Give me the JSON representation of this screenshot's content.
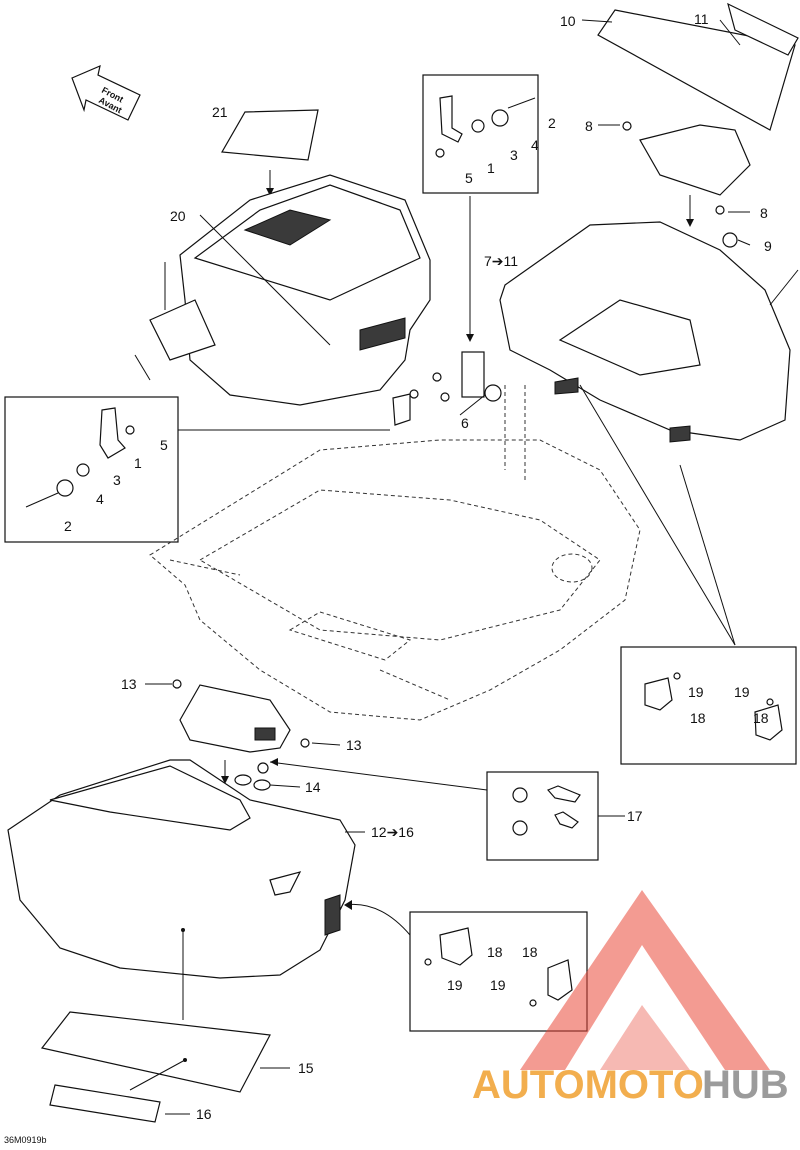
{
  "front_arrow": {
    "line1": "Front",
    "line2": "Avant"
  },
  "callouts": {
    "c1a": "1",
    "c2a": "2",
    "c3a": "3",
    "c4a": "4",
    "c5a": "5",
    "c1b": "1",
    "c2b": "2",
    "c3b": "3",
    "c4b": "4",
    "c5b": "5",
    "c6": "6",
    "c7": "7➔11",
    "c8a": "8",
    "c8b": "8",
    "c9": "9",
    "c10": "10",
    "c11": "11",
    "c12": "12➔16",
    "c13a": "13",
    "c13b": "13",
    "c14": "14",
    "c15": "15",
    "c16": "16",
    "c17": "17",
    "c18a": "18",
    "c18b": "18",
    "c18c": "18",
    "c18d": "18",
    "c19a": "19",
    "c19b": "19",
    "c19c": "19",
    "c19d": "19",
    "c20": "20",
    "c21": "21"
  },
  "reference_code": "36M0919b",
  "watermark": {
    "part1": "AUTOMOTO",
    "part2": "HUB",
    "color1": "#f0a030",
    "color2": "#8a8a8a",
    "triangle_color": "#e84a3a"
  },
  "colors": {
    "line": "#111111",
    "background": "#ffffff"
  }
}
